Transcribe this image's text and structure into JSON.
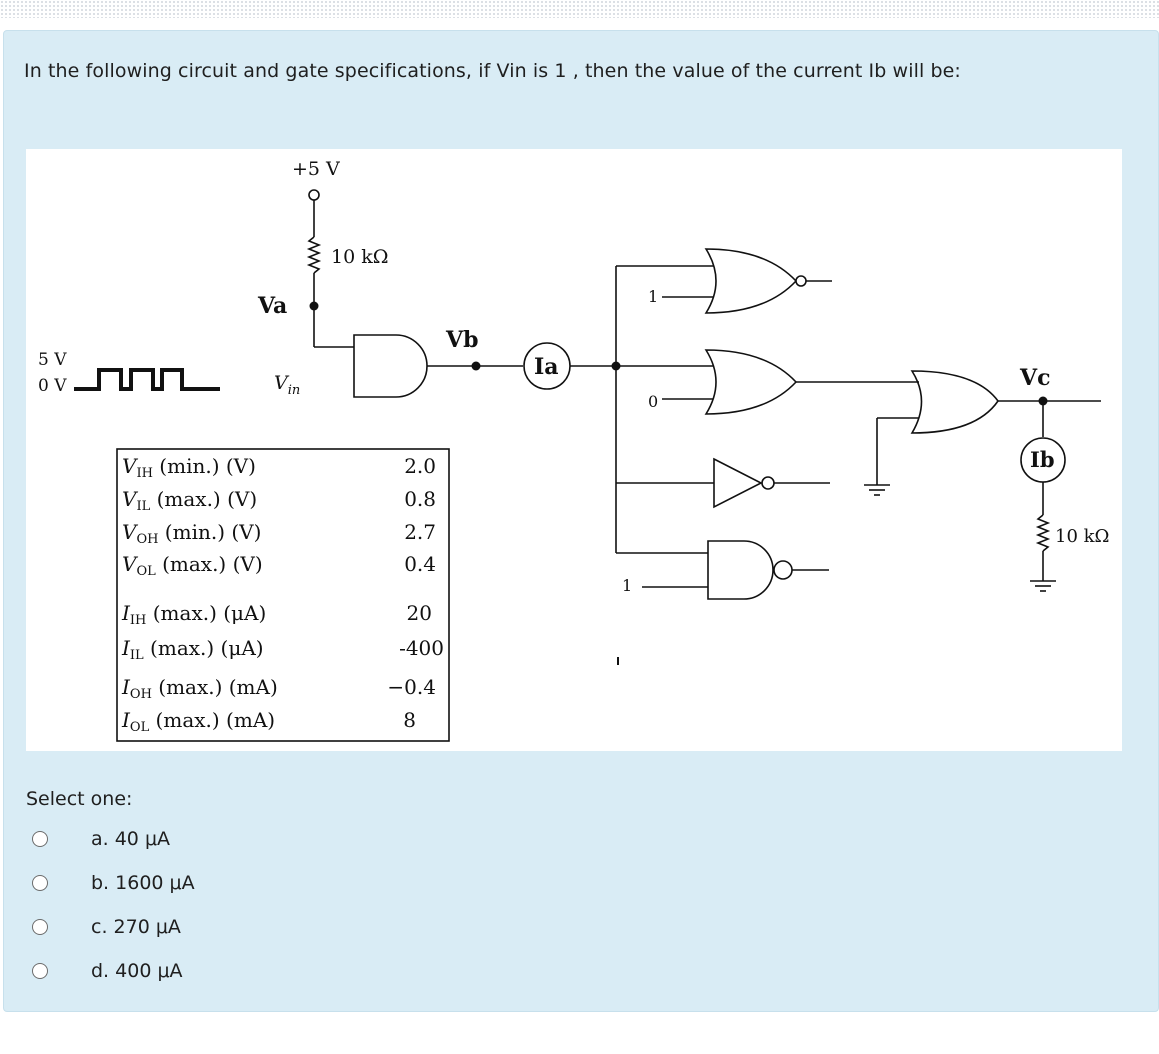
{
  "question": {
    "text": "In the following circuit and gate specifications, if Vin is 1 , then the value of the current Ib will be:"
  },
  "figure": {
    "supply": "+5 V",
    "r_top": "10 kΩ",
    "node_va": "Va",
    "node_vb": "Vb",
    "node_vc": "Vc",
    "current_ia": "Ia",
    "current_ib": "Ib",
    "r_bottom": "10 kΩ",
    "vin_high": "5 V",
    "vin_low": "0 V",
    "vin_label": "V",
    "vin_label_sub": "in",
    "input_top": "1",
    "input_mid": "0",
    "input_bottom": "1",
    "specs": [
      {
        "sym": "V",
        "sub": "IH",
        "unit": " (min.) (V)",
        "value": "2.0"
      },
      {
        "sym": "V",
        "sub": "IL",
        "unit": " (max.) (V)",
        "value": "0.8"
      },
      {
        "sym": "V",
        "sub": "OH",
        "unit": " (min.) (V)",
        "value": "2.7"
      },
      {
        "sym": "V",
        "sub": "OL",
        "unit": " (max.) (V)",
        "value": "0.4"
      },
      {
        "sym": "I",
        "sub": "IH",
        "unit": " (max.) (μA)",
        "value": "20"
      },
      {
        "sym": "I",
        "sub": "IL",
        "unit": " (max.) (μA)",
        "value": "-400"
      },
      {
        "sym": "I",
        "sub": "OH",
        "unit": " (max.) (mA)",
        "value": "−0.4"
      },
      {
        "sym": "I",
        "sub": "OL",
        "unit": " (max.) (mA)",
        "value": "8"
      }
    ]
  },
  "answers": {
    "prompt": "Select one:",
    "options": [
      {
        "label": "a. 40 μA"
      },
      {
        "label": "b. 1600 μA"
      },
      {
        "label": "c. 270 μA"
      },
      {
        "label": "d. 400 μA"
      }
    ]
  }
}
